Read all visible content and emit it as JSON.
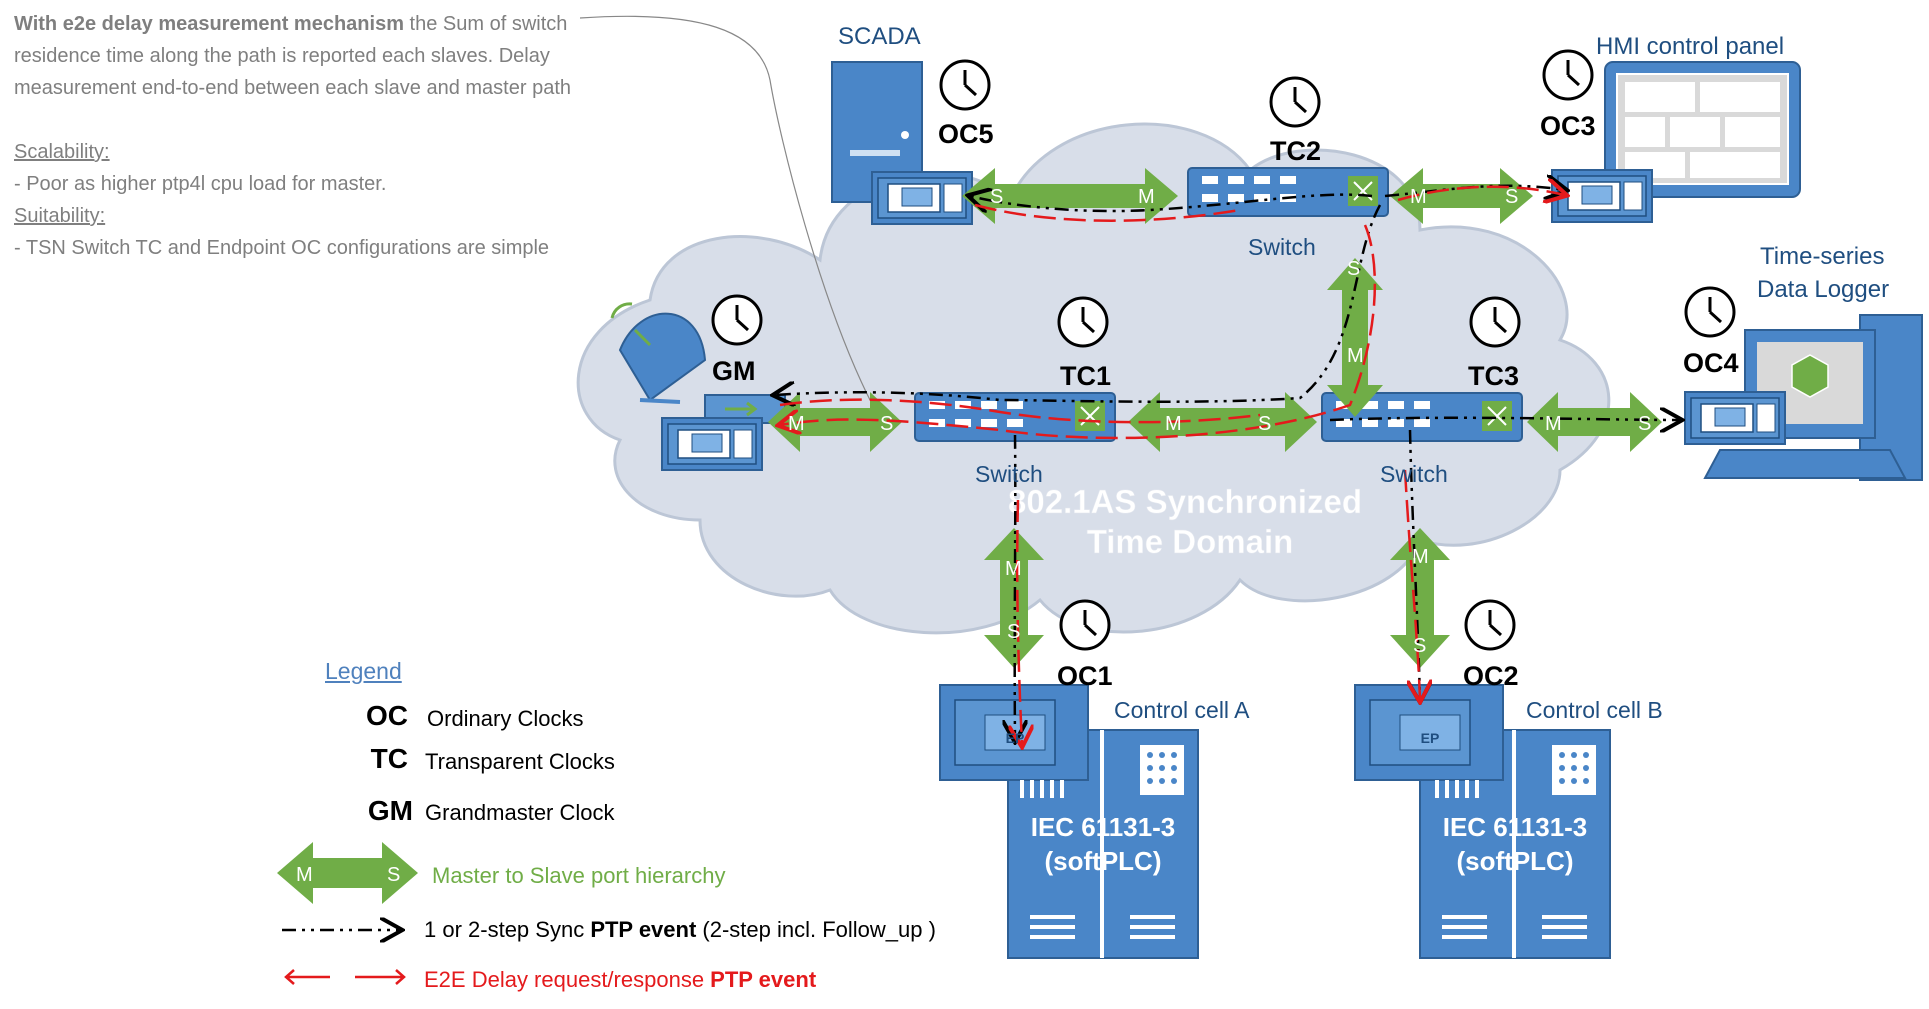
{
  "note": {
    "line1_bold": "With e2e delay measurement mechanism",
    "line1_rest": " the Sum of switch residence time along the path is reported each slaves. Delay measurement end-to-end between each slave and master path",
    "scalability_title": "Scalability:",
    "scalability_text": "- Poor as higher ptp4l cpu load for master.",
    "suitability_title": "Suitability:",
    "suitability_text": "- TSN Switch TC and Endpoint OC configurations are simple"
  },
  "cloud_text": {
    "line1": "802.1AS Synchronized",
    "line2": "Time Domain"
  },
  "nodes": {
    "scada": "SCADA",
    "oc5": "OC5",
    "tc2": "TC2",
    "switch_tc2": "Switch",
    "hmi": "HMI control panel",
    "oc3": "OC3",
    "ts_line1": "Time-series",
    "ts_line2": "Data Logger",
    "oc4": "OC4",
    "gm": "GM",
    "tc1": "TC1",
    "switch_tc1": "Switch",
    "tc3": "TC3",
    "switch_tc3": "Switch",
    "oc1": "OC1",
    "oc2": "OC2",
    "cell_a": "Control cell A",
    "cell_b": "Control cell B",
    "plc_a_1": "IEC 61131-3",
    "plc_a_2": "(softPLC)",
    "plc_b_1": "IEC 61131-3",
    "plc_b_2": "(softPLC)",
    "ep": "EP"
  },
  "ports": {
    "m": "M",
    "s": "S"
  },
  "legend": {
    "title": "Legend",
    "oc_abbr": "OC",
    "oc_text": "Ordinary Clocks",
    "tc_abbr": "TC",
    "tc_text": "Transparent Clocks",
    "gm_abbr": "GM",
    "gm_text": "Grandmaster Clock",
    "ms_m": "M",
    "ms_s": "S",
    "ms_text": "Master to Slave port hierarchy",
    "sync_pre": "1 or 2-step Sync ",
    "sync_bold": "PTP event",
    "sync_post": " (2-step incl. Follow_up )",
    "delay_pre": "E2E Delay request/response ",
    "delay_bold": "PTP event"
  },
  "colors": {
    "blue": "#4a86c8",
    "cloud": "#d8dee9",
    "green": "#70ad47",
    "red": "#e41a1c",
    "legend_blue": "#4f81bd"
  }
}
